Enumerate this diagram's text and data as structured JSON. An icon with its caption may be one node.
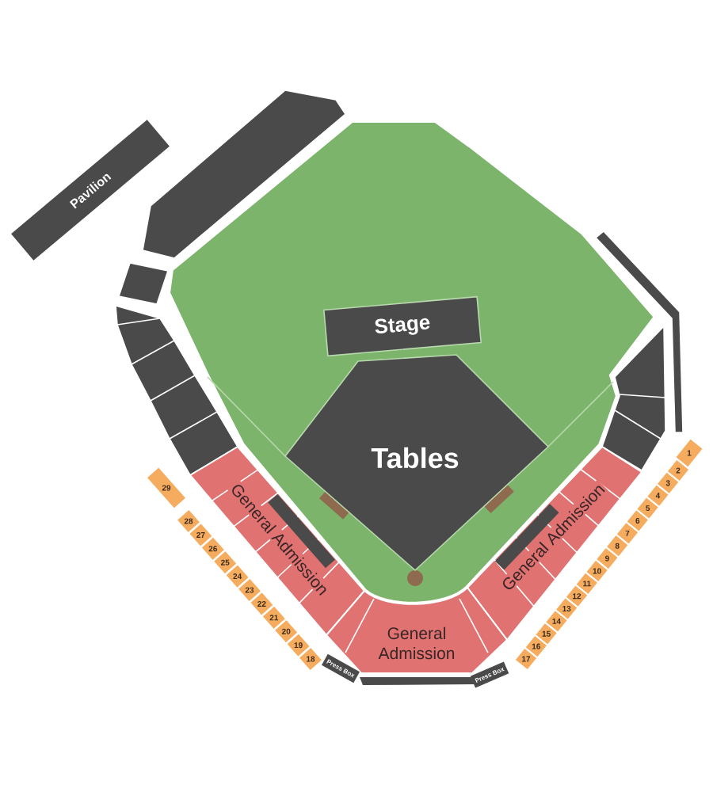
{
  "diagram": {
    "nodes": [
      {
        "text": [
          "Pavilion"
        ]
      },
      {
        "text": [],
        "shape": "box"
      },
      {
        "text": [],
        "shape": "box"
      },
      {
        "text": [],
        "shape": "box"
      },
      {
        "text": [],
        "shape": "box"
      },
      {
        "text": [],
        "shape": "box"
      },
      {
        "text": [
          "Stage"
        ]
      },
      {
        "text": [
          "Tables"
        ]
      },
      {
        "text": [
          "General Admission"
        ]
      },
      {
        "text": [
          "General Admission"
        ]
      },
      {
        "text": [
          "General Admission"
        ]
      },
      {
        "text": [
          "Press Box"
        ]
      },
      {
        "text": [
          "Press Box"
        ]
      },
      {
        "text": [
          "29"
        ]
      },
      {
        "text": [
          "28"
        ]
      },
      {
        "text": [
          "27"
        ]
      },
      {
        "text": [
          "26"
        ]
      },
      {
        "text": [
          "25"
        ]
      },
      {
        "text": [
          "24"
        ]
      },
      {
        "text": [
          "23"
        ]
      },
      {
        "text": [
          "22"
        ]
      },
      {
        "text": [
          "21"
        ]
      },
      {
        "text": [
          "20"
        ]
      },
      {
        "text": [
          "19"
        ]
      },
      {
        "text": [
          "18"
        ]
      },
      {
        "text": [
          "1"
        ]
      },
      {
        "text": [
          "2"
        ]
      },
      {
        "text": [
          "3"
        ]
      },
      {
        "text": [
          "4"
        ]
      },
      {
        "text": [
          "5"
        ]
      },
      {
        "text": [
          "6"
        ]
      },
      {
        "text": [
          "7"
        ]
      },
      {
        "text": [
          "8"
        ]
      },
      {
        "text": [
          "9"
        ]
      },
      {
        "text": [
          "10"
        ]
      },
      {
        "text": [
          "11"
        ]
      },
      {
        "text": [
          "12"
        ]
      },
      {
        "text": [
          "13"
        ]
      },
      {
        "text": [
          "14"
        ]
      },
      {
        "text": [
          "15"
        ]
      },
      {
        "text": [
          "16"
        ]
      },
      {
        "text": [
          "17"
        ]
      }
    ]
  }
}
